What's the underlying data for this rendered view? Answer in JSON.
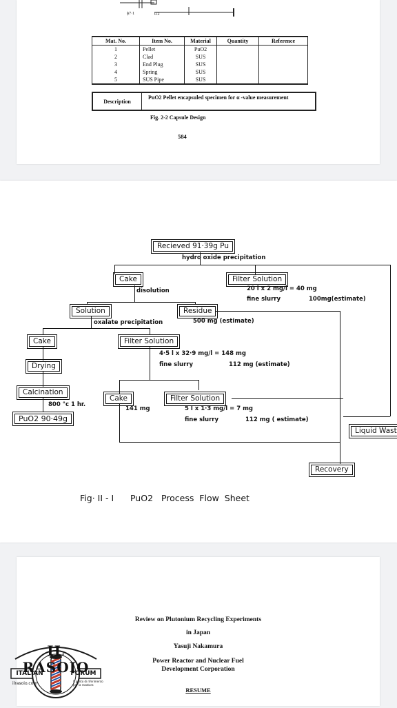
{
  "page1": {
    "drawing_fragment": "0.2",
    "drawing_fragment2": "ϕ7·1",
    "table": {
      "headers": [
        "Mat. No.",
        "Item No.",
        "Material",
        "Quantity",
        "Reference"
      ],
      "rows": [
        [
          "1",
          "Pellet",
          "PuO2",
          "",
          ""
        ],
        [
          "2",
          "Clad",
          "SUS",
          "",
          ""
        ],
        [
          "3",
          "End Plug",
          "SUS",
          "",
          ""
        ],
        [
          "4",
          "Spring",
          "SUS",
          "",
          ""
        ],
        [
          "5",
          "SUS Pipe",
          "SUS",
          "",
          ""
        ]
      ]
    },
    "description_label": "Description",
    "description_text": "PuO2 Pellet encapsuled specimen for α -value measurement",
    "caption": "Fig. 2-2  Capsule Design",
    "page_number": "584"
  },
  "page2": {
    "received": "Recieved  91·39g  Pu",
    "hydroxide": "hydro oxide precipitation",
    "cake1": "Cake",
    "filter1": "Filter Solution",
    "filter1_calc": "20 l x 2 mg/l  =  40 mg",
    "filter1_slurry": "fine slurry",
    "filter1_est": "100mg(estimate)",
    "dissolution": "disolution",
    "solution": "Solution",
    "residue": "Residue",
    "residue_val": "500 mg (estimate)",
    "oxalate": "oxalate precipitation",
    "cake2": "Cake",
    "filter2": "Filter Solution",
    "filter2_calc": "4·5 l x 32·9 mg/l = 148 mg",
    "filter2_slurry": "fine slurry",
    "filter2_est": "112 mg (estimate)",
    "drying": "Drying",
    "calcination": "Calcination",
    "calc_cond": "800 °c  1  hr.",
    "puo2": "PuO2  90·49g",
    "cake3": "Cake",
    "cake3_val": "141 mg",
    "filter3": "Filter Solution",
    "filter3_calc": "5 l  x 1·3 mg/l  =  7 mg",
    "filter3_slurry": "fine slurry",
    "filter3_est": "112 mg ( estimate)",
    "liquid_waste": "Liquid Wast",
    "recovery": "Recovery",
    "caption": "Fig· II - I      PuO2   Process  Flow  Sheet"
  },
  "page3": {
    "title1": "Review on Plutonium Recycling Experiments",
    "title2": "in Japan",
    "author": "Yasuji Nakamura",
    "org1": "Power Reactor and Nuclear Fuel",
    "org2": "Development Corporation",
    "resume": "RESUME"
  },
  "logo": {
    "name": "IL RASOIO",
    "left": "ITALIAN",
    "right": "FORUM",
    "site": "ilrasoio.com",
    "tag": "Il punto di riferimento per la rasatura"
  }
}
